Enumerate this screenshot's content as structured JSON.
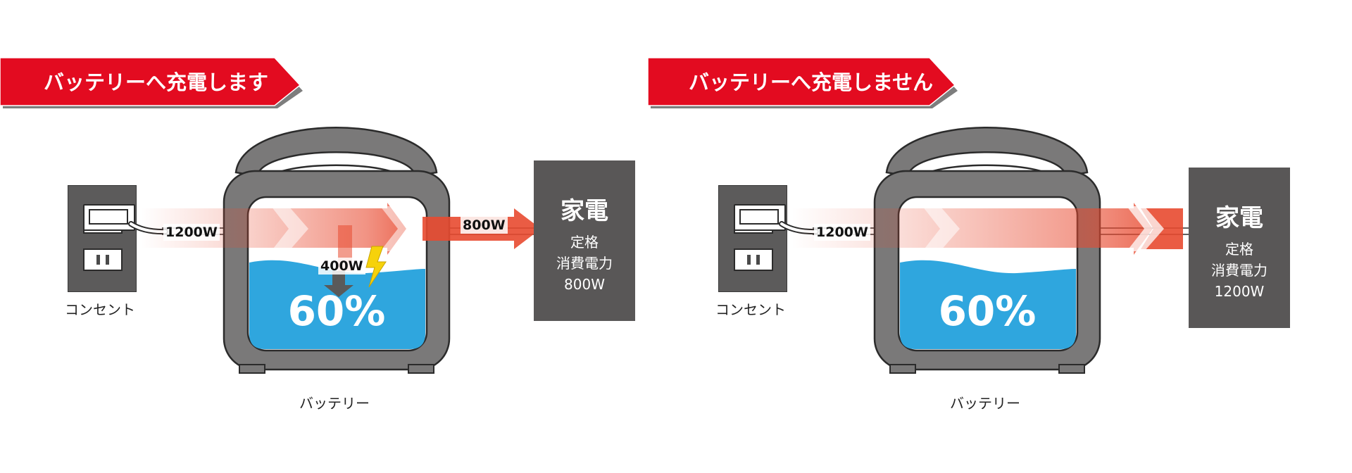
{
  "panels": [
    {
      "banner_text": "バッテリーへ充電します",
      "outlet_label": "コンセント",
      "input_watts": "1200W",
      "output_watts": "800W",
      "charge_watts": "400W",
      "battery_level": "60%",
      "battery_label": "バッテリー",
      "appliance": {
        "title": "家電",
        "line1": "定格",
        "line2": "消費電力",
        "line3": "800W"
      }
    },
    {
      "banner_text": "バッテリーへ充電しません",
      "outlet_label": "コンセント",
      "input_watts": "1200W",
      "battery_level": "60%",
      "battery_label": "バッテリー",
      "appliance": {
        "title": "家電",
        "line1": "定格",
        "line2": "消費電力",
        "line3": "1200W"
      }
    }
  ],
  "colors": {
    "banner_red": "#e30b20",
    "banner_shadow": "#7d7d7d",
    "battery_body": "#7a7979",
    "battery_outline": "#2b2b2b",
    "water_blue": "#2fa6de",
    "arrow_red": "#e84a30",
    "appliance_gray": "#595757",
    "bolt_yellow": "#f6d20b",
    "down_arrow_gray": "#5a5a5a"
  },
  "icons": [
    "wall-outlet-icon",
    "plug-icon",
    "battery-icon",
    "lightning-icon",
    "down-arrow-icon"
  ]
}
